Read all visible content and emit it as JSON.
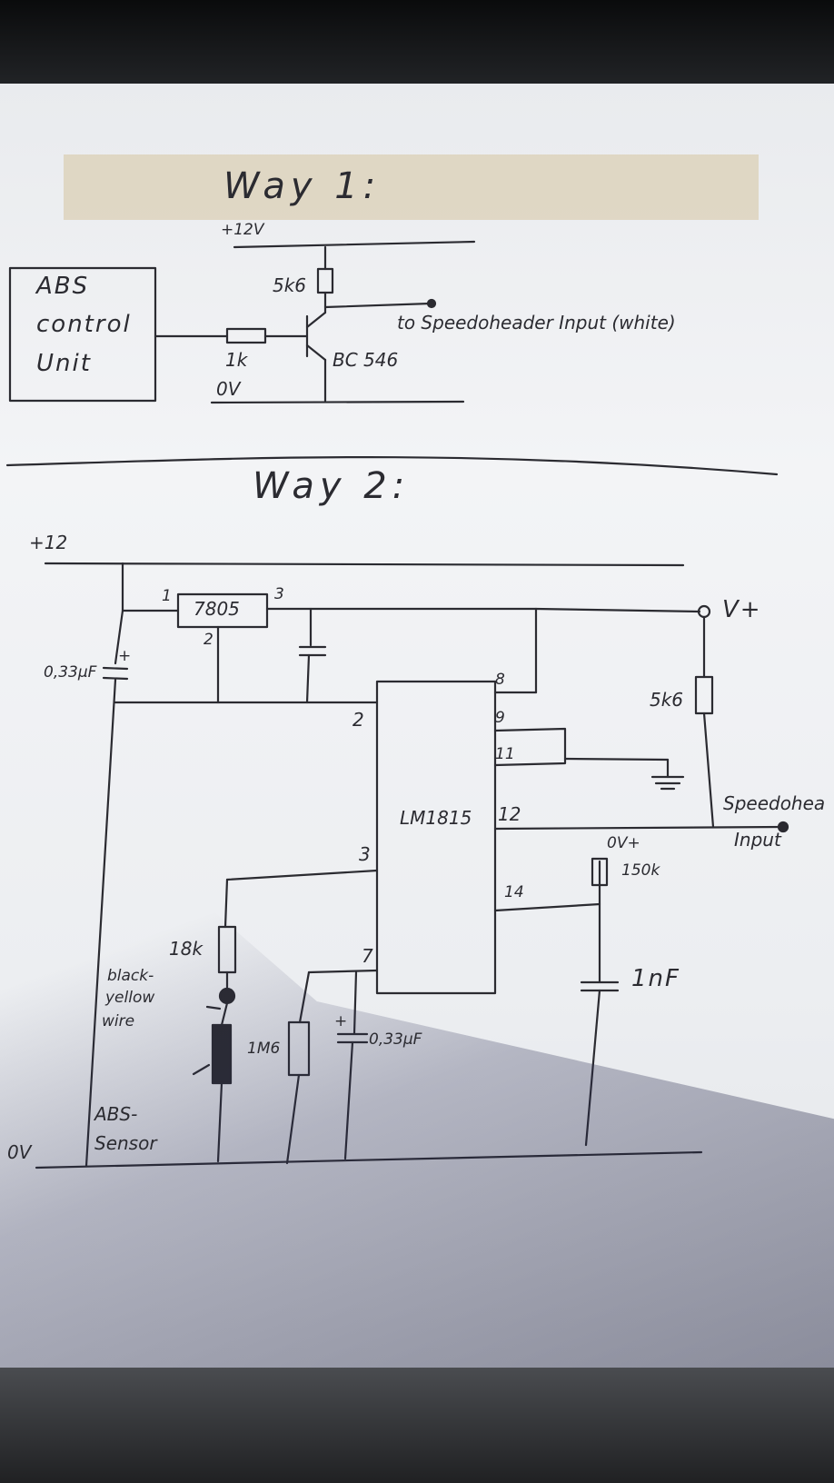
{
  "way1": {
    "title": "Way 1:",
    "supply": "+12V",
    "ground": "0V",
    "block": [
      "ABS",
      "control",
      "Unit"
    ],
    "r_collector": "5k6",
    "r_base": "1k",
    "transistor": "BC 546",
    "output": "to Speedoheader Input (white)"
  },
  "way2": {
    "title": "Way 2:",
    "supply": "+12",
    "ground": "0V",
    "regulator": "7805",
    "reg_pin1": "1",
    "reg_pin2": "2",
    "reg_pin3": "3",
    "cap_in": "0,33µF",
    "cap_plus": "+",
    "ic": "LM1815",
    "pins": {
      "p2": "2",
      "p3": "3",
      "p7": "7",
      "p8": "8",
      "p9": "9",
      "p11": "11",
      "p12": "12",
      "p14": "14"
    },
    "vplus": "V+",
    "vplus2": "0V+",
    "r_pullup": "5k6",
    "r_timing": "150k",
    "c_timing": "1nF",
    "r_sensor": "18k",
    "r_1m6": "1M6",
    "c_033": "0,33µF",
    "output_1": "Speedohea",
    "output_2": "Input",
    "wire_note": [
      "black-",
      "yellow",
      "wire"
    ],
    "sensor_label": [
      "ABS-",
      "Sensor"
    ]
  }
}
